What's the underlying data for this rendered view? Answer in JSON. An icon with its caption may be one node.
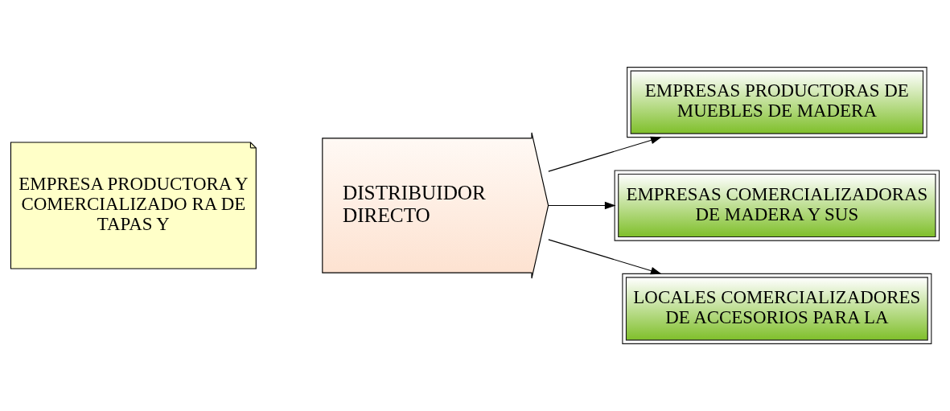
{
  "diagram": {
    "nodes": [
      {
        "text": [
          "EMPRESA PRODUCTORA Y COMERCIALIZADO RA DE TAPAS Y"
        ]
      },
      {
        "text": [
          "DISTRIBUIDOR DIRECTO"
        ]
      },
      {
        "text": [
          "EMPRESAS PRODUCTORAS DE MUEBLES DE MADERA"
        ]
      },
      {
        "text": [
          "EMPRESAS COMERCIALIZADORAS DE MADERA Y SUS"
        ]
      },
      {
        "text": [
          "LOCALES COMERCIALIZADORES DE ACCESORIOS PARA LA"
        ]
      }
    ],
    "edges": [
      {
        "from": 1,
        "to": 2,
        "arrow": "to"
      },
      {
        "from": 1,
        "to": 3,
        "arrow": "to"
      },
      {
        "from": 1,
        "to": 4,
        "arrow": "to"
      }
    ]
  }
}
